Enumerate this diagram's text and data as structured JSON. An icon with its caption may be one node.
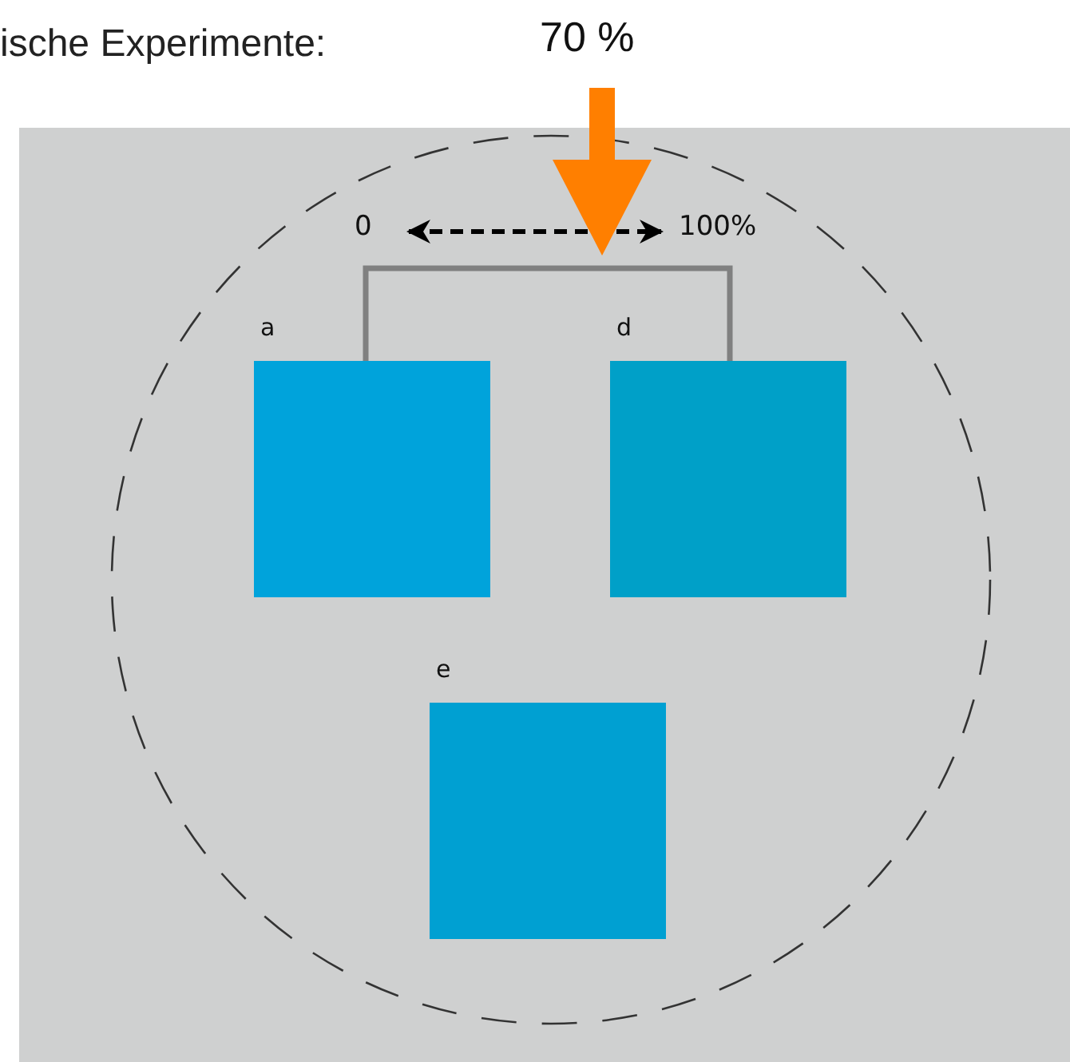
{
  "diagram": {
    "title": "ische Experimente:",
    "nodes": [
      {
        "text": [
          "a"
        ]
      },
      {
        "text": [
          "d"
        ]
      },
      {
        "text": [
          "e"
        ]
      }
    ],
    "edges": [
      {
        "from": 0,
        "to": 1,
        "arrow": "none"
      }
    ],
    "labels": [
      "70 %",
      "0",
      "100%"
    ]
  }
}
